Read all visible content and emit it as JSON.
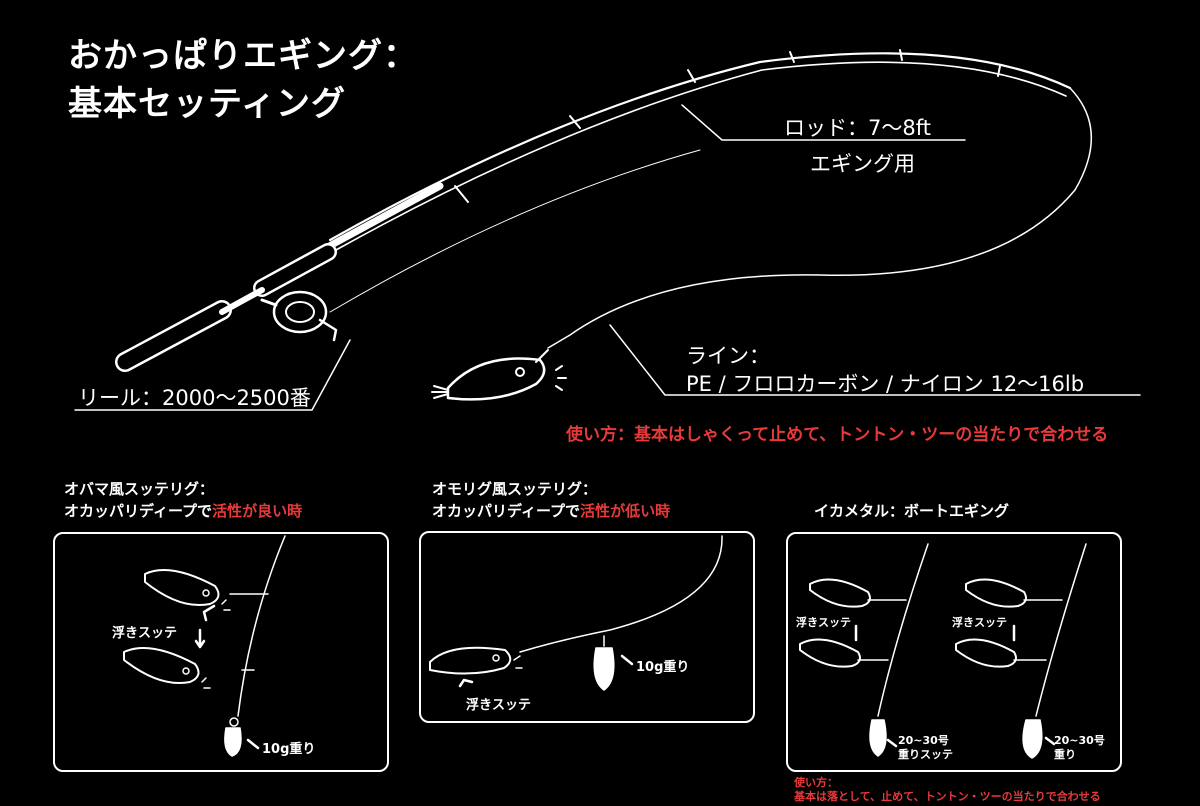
{
  "title": {
    "line1": "おかっぱりエギング：",
    "line2": "基本セッティング"
  },
  "labels": {
    "rod_line1": "ロッド：7〜8ft",
    "rod_line2": "エギング用",
    "reel": "リール：2000〜2500番",
    "line_line1": "ライン：",
    "line_line2": "PE / フロロカーボン / ナイロン 12〜16lb",
    "usage_main": "使い方：基本はしゃくって止めて、トントン・ツーの当たりで合わせる"
  },
  "sections": [
    {
      "heading1": "オバマ風スッテリグ：",
      "heading2_prefix": "オカッパリディープで",
      "heading2_highlight": "活性が良い時",
      "float_label": "浮きスッテ",
      "weight_label": "10g重り"
    },
    {
      "heading1": "オモリグ風スッテリグ：",
      "heading2_prefix": "オカッパリディープで",
      "heading2_highlight": "活性が低い時",
      "float_label": "浮きスッテ",
      "weight_label": "10g重り"
    },
    {
      "heading1": "イカメタル：ボートエギング",
      "left_float_label": "浮きスッテ",
      "left_weight_line1": "20~30号",
      "left_weight_line2": "重りスッテ",
      "right_float_label": "浮きスッテ",
      "right_weight_line1": "20~30号",
      "right_weight_line2": "重り",
      "usage_line1": "使い方：",
      "usage_line2": "基本は落として、止めて、トントン・ツーの当たりで合わせる"
    }
  ],
  "colors": {
    "background": "#000000",
    "foreground": "#ffffff",
    "accent": "#e83a3a"
  }
}
